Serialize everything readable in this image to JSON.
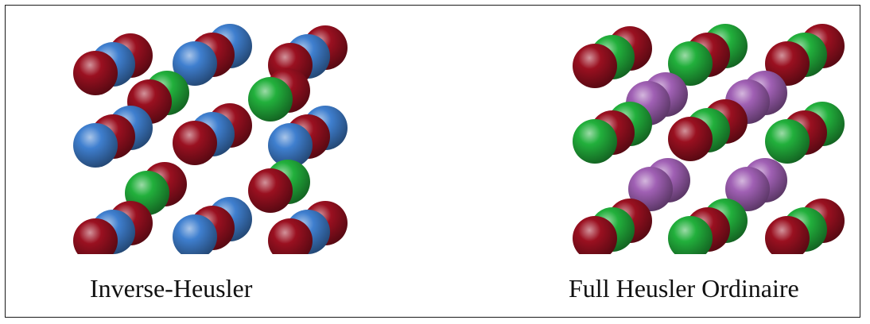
{
  "colors": {
    "red": "#9a1020",
    "blue": "#3f7fcf",
    "green": "#22b03c",
    "purple": "#a060b4"
  },
  "panels": [
    {
      "caption": "Inverse-Heusler",
      "clusters": [
        [
          "red",
          "blue",
          "red"
        ],
        [
          "blue",
          "red",
          "blue"
        ],
        [
          "red",
          "blue",
          "red"
        ],
        [
          "red",
          "green"
        ],
        [
          "green",
          "red"
        ],
        [
          "blue",
          "red",
          "blue"
        ],
        [
          "red",
          "blue",
          "red"
        ],
        [
          "blue",
          "red",
          "blue"
        ],
        [
          "green",
          "red"
        ],
        [
          "red",
          "green"
        ],
        [
          "red",
          "blue",
          "red"
        ],
        [
          "blue",
          "red",
          "blue"
        ],
        [
          "red",
          "blue",
          "red"
        ]
      ]
    },
    {
      "caption": "Full Heusler Ordinaire",
      "clusters": [
        [
          "red",
          "green",
          "red"
        ],
        [
          "green",
          "red",
          "green"
        ],
        [
          "red",
          "green",
          "red"
        ],
        [
          "purple",
          "purple"
        ],
        [
          "purple",
          "purple"
        ],
        [
          "green",
          "red",
          "green"
        ],
        [
          "red",
          "green",
          "red"
        ],
        [
          "green",
          "red",
          "green"
        ],
        [
          "purple",
          "purple"
        ],
        [
          "purple",
          "purple"
        ],
        [
          "red",
          "green",
          "red"
        ],
        [
          "green",
          "red",
          "green"
        ],
        [
          "red",
          "green",
          "red"
        ]
      ]
    }
  ]
}
